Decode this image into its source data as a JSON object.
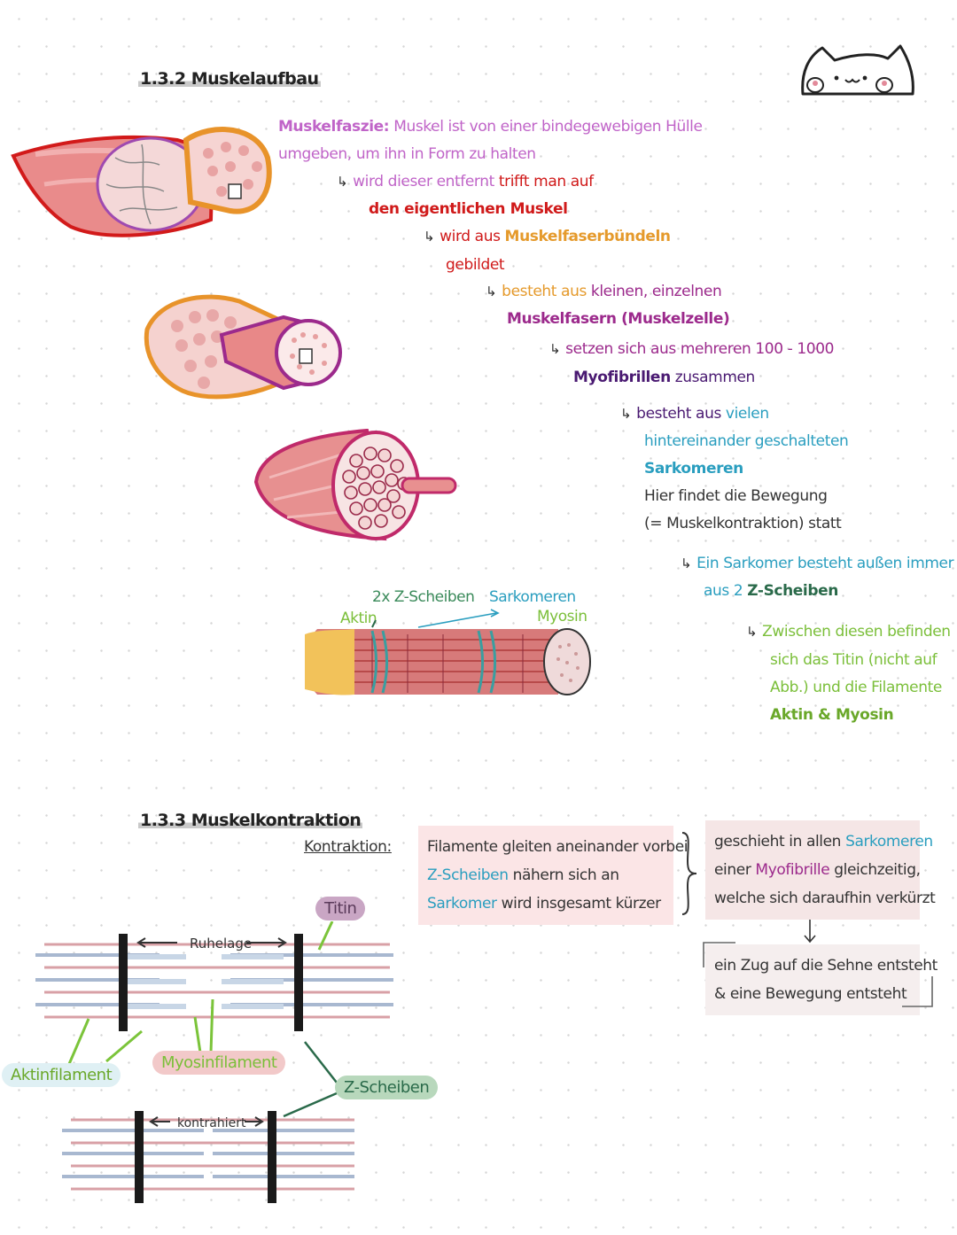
{
  "colors": {
    "purple_light": "#c064c8",
    "red": "#d01a1a",
    "orange": "#e59a2c",
    "magenta": "#9c2a8c",
    "dark_purple": "#4a1a72",
    "teal": "#2a9ebf",
    "green": "#7bbf3a",
    "pink_box": "#fbe5e6",
    "muscle_pink": "#e88a8a",
    "muscle_red": "#d23030"
  },
  "section1": {
    "heading": "1.3.2 Muskelaufbau",
    "faszie_term": "Muskelfaszie:",
    "faszie_text1": " Muskel ist von einer bindegewebigen Hülle",
    "faszie_text2": "umgeben, um ihn in Form zu halten",
    "l3_a": "wird dieser entfernt ",
    "l3_b": "trifft man auf",
    "l4": "den eigentlichen Muskel",
    "l5_a": "wird aus ",
    "l5_b": "Muskelfaserbündeln",
    "l6": "gebildet",
    "l7_a": "besteht aus ",
    "l7_b": "kleinen, einzelnen",
    "l8": "Muskelfasern (Muskelzelle)",
    "l9": "setzen sich aus mehreren 100 - 1000",
    "l10_a": "Myofibrillen",
    "l10_b": " zusammen",
    "l11_a": "besteht aus ",
    "l11_b": "vielen",
    "l12": "hintereinander geschalteten",
    "l13": "Sarkomeren",
    "l14": "Hier findet die Bewegung",
    "l15": "(= Muskelkontraktion) statt",
    "l16": "Ein Sarkomer besteht außen immer",
    "l17_a": "aus 2 ",
    "l17_b": "Z-Scheiben",
    "l18": "Zwischen diesen befinden",
    "l19": "sich das Titin (nicht auf",
    "l20": "Abb.) und die Filamente",
    "l21": "Aktin & Myosin"
  },
  "diagram_labels": {
    "zscheiben": "2x Z-Scheiben",
    "sarkomeren": "Sarkomeren",
    "aktin": "Aktin",
    "myosin": "Myosin"
  },
  "section2": {
    "heading": "1.3.3 Muskelkontraktion",
    "kontraktion_label": "Kontraktion:",
    "box1_l1": "Filamente gleiten aneinander vorbei",
    "box1_l2_a": "Z-Scheiben",
    "box1_l2_b": " nähern sich an",
    "box1_l3_a": "Sarkomer",
    "box1_l3_b": " wird insgesamt kürzer",
    "box2_l1_a": "geschieht in allen ",
    "box2_l1_b": "Sarkomeren",
    "box2_l2_a": "einer ",
    "box2_l2_b": "Myofibrille",
    "box2_l2_c": " gleichzeitig,",
    "box2_l3": "welche sich daraufhin verkürzt",
    "box3_l1": "ein Zug auf die Sehne entsteht",
    "box3_l2": "& eine Bewegung entsteht"
  },
  "sarcomere_labels": {
    "titin": "Titin",
    "ruhelage": "Ruhelage",
    "aktinfilament": "Aktinfilament",
    "myosinfilament": "Myosinfilament",
    "zscheiben": "Z-Scheiben",
    "kontrahiert": "kontrahiert"
  }
}
